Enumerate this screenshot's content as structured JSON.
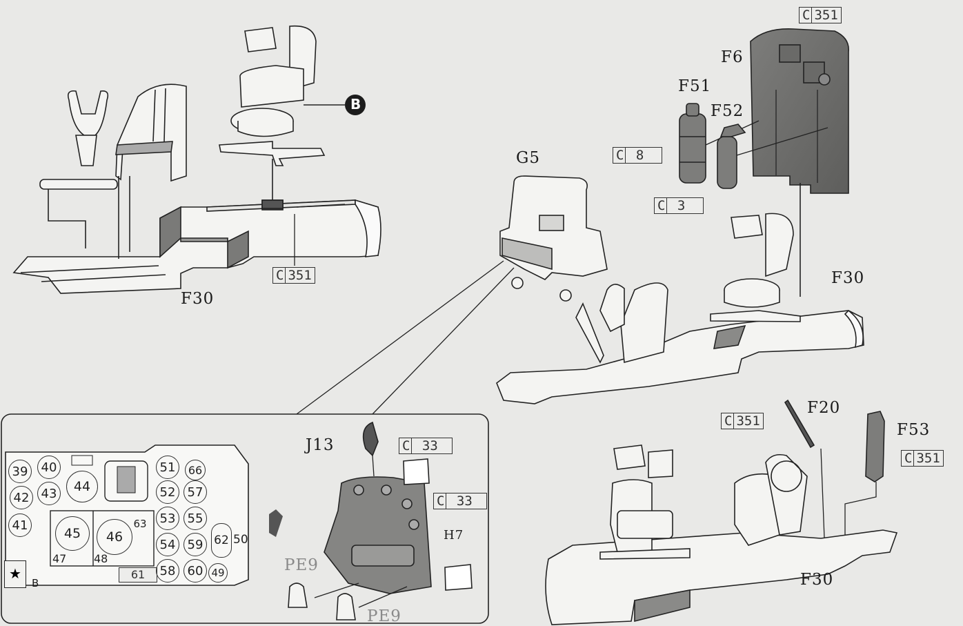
{
  "callouts": {
    "step_marker": "B",
    "f30_a": "F30",
    "f30_b": "F30",
    "f30_c": "F30",
    "g5": "G5",
    "f6": "F6",
    "f51": "F51",
    "f52": "F52",
    "f20": "F20",
    "f53": "F53",
    "j13": "J13",
    "h7": "H7",
    "pe9_a": "PE9",
    "pe9_b": "PE9"
  },
  "color_boxes": {
    "c351_floor": {
      "code": "C",
      "num": "351"
    },
    "c351_bulkhead": {
      "code": "C",
      "num": "351"
    },
    "c8": {
      "code": "C",
      "num": "8"
    },
    "c3": {
      "code": "C",
      "num": "3"
    },
    "c351_lever": {
      "code": "C",
      "num": "351"
    },
    "c351_panel": {
      "code": "C",
      "num": "351"
    },
    "c33_j13": {
      "code": "C",
      "num": "33"
    },
    "c33_panel": {
      "code": "C",
      "num": "33"
    }
  },
  "decal_panel": {
    "numbers": [
      "39",
      "40",
      "44",
      "51",
      "66",
      "42",
      "43",
      "52",
      "57",
      "41",
      "45",
      "46",
      "63",
      "53",
      "55",
      "54",
      "59",
      "62",
      "50",
      "47",
      "48",
      "61",
      "58",
      "60",
      "49"
    ],
    "corner_letter": "B"
  }
}
